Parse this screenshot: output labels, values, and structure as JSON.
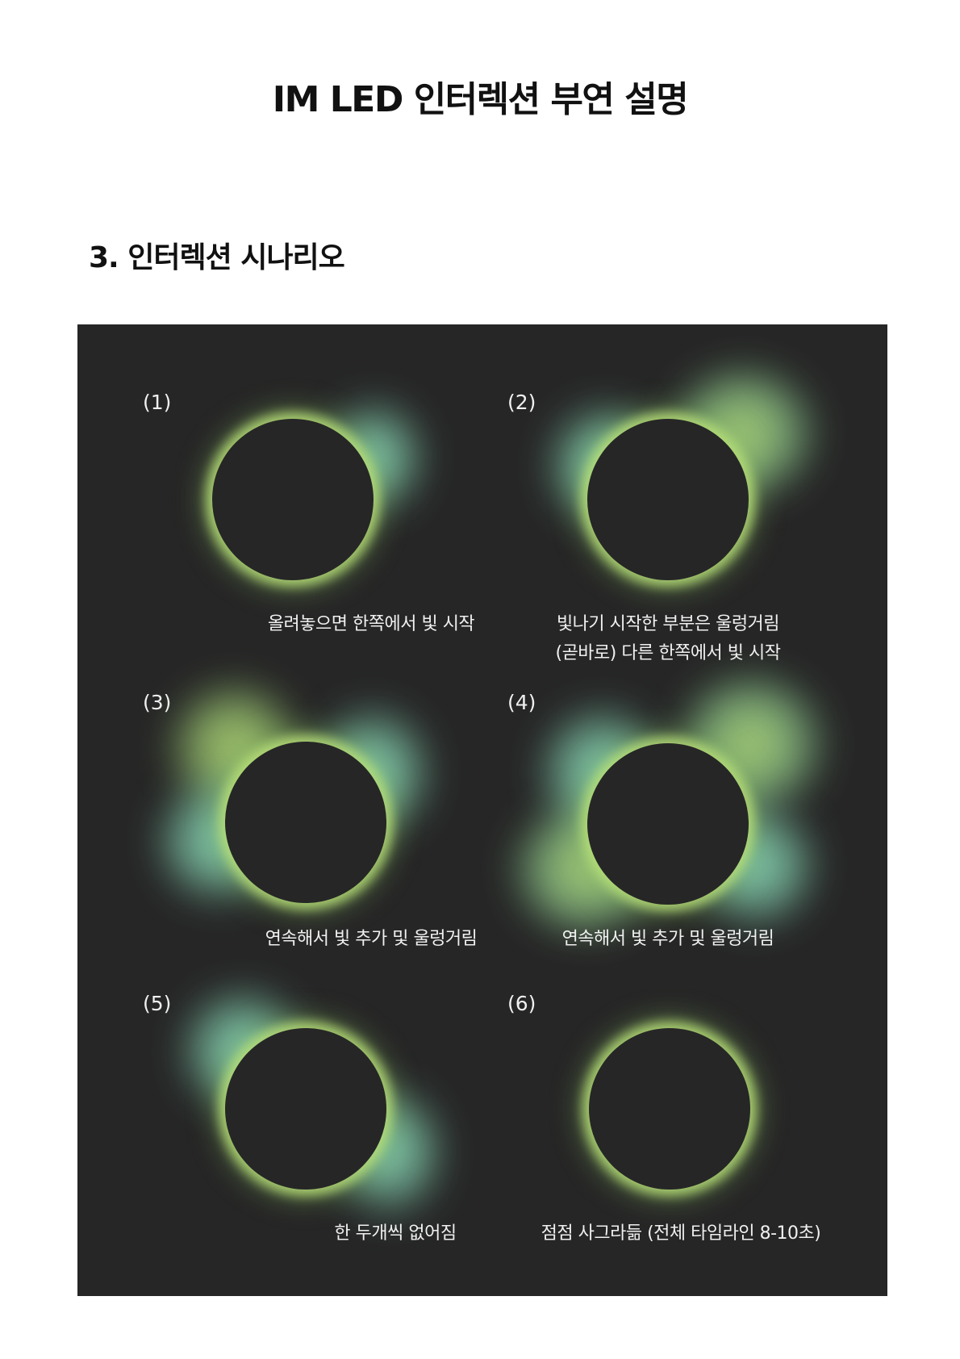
{
  "document": {
    "title": "IM LED 인터렉션 부연 설명",
    "section_title": "3. 인터렉션 시나리오"
  },
  "colors": {
    "panel_background": "#262626",
    "glow_mint": "#8fe3c0",
    "glow_lime": "#b9e178",
    "text_light": "#f0f0f0"
  },
  "steps": [
    {
      "label": "(1)",
      "caption": [
        "올려놓으면 한쪽에서 빛 시작"
      ]
    },
    {
      "label": "(2)",
      "caption": [
        "빛나기 시작한 부분은 울렁거림",
        "(곧바로) 다른 한쪽에서 빛 시작"
      ]
    },
    {
      "label": "(3)",
      "caption": [
        "연속해서 빛 추가 및 울렁거림"
      ]
    },
    {
      "label": "(4)",
      "caption": [
        "연속해서 빛 추가 및 울렁거림"
      ]
    },
    {
      "label": "(5)",
      "caption": [
        "한 두개씩 없어짐"
      ]
    },
    {
      "label": "(6)",
      "caption": [
        "점점 사그라듦 (전체 타임라인 8-10초)"
      ]
    }
  ]
}
